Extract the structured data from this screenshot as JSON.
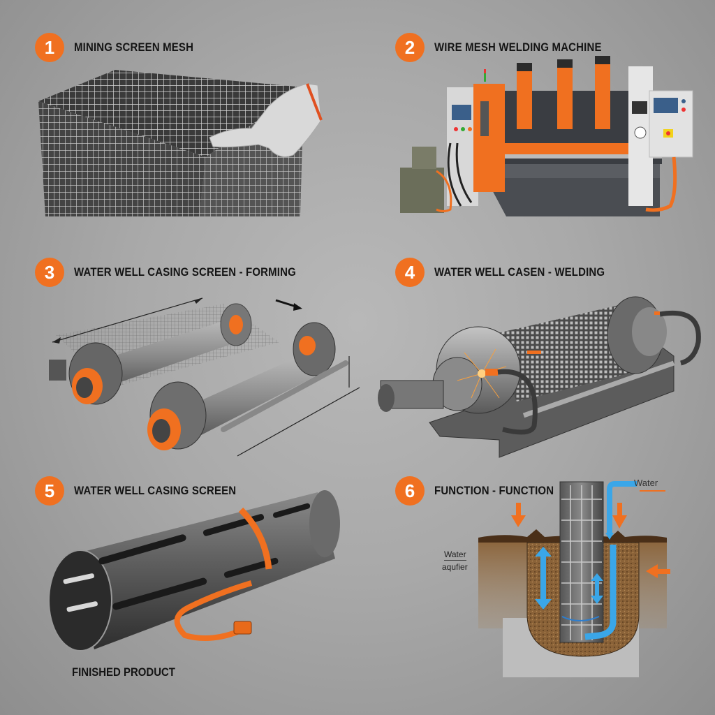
{
  "colors": {
    "accent_orange": "#f07020",
    "background_gray": "#a9a9a9",
    "steel": "#5a5a5a",
    "water_blue": "#3aa6e8",
    "soil_brown": "#8a6238",
    "text_dark": "#141414"
  },
  "steps": [
    {
      "number": "1",
      "title": "MINING SCREEN MESH",
      "illustration": "wire-mesh-cube-with-gloved-hand"
    },
    {
      "number": "2",
      "title": "WIRE MESH WELDING MACHINE",
      "illustration": "industrial-welding-machine"
    },
    {
      "number": "3",
      "title": "WATER WELL CASING SCREEN - FORMING",
      "illustration": "roller-forming-machine"
    },
    {
      "number": "4",
      "title": "WATER WELL CASEN - WELDING",
      "illustration": "cylindrical-screen-welding-rig"
    },
    {
      "number": "5",
      "title": "WATER WELL CASING SCREEN",
      "illustration": "slotted-steel-pipe-with-tape-measure",
      "caption": "FINISHED PRODUCT"
    },
    {
      "number": "6",
      "title": "FUNCTION - FUNCTION",
      "illustration": "well-screen-cross-section",
      "labels": {
        "water": "Water",
        "aquifer_top": "Water",
        "aquifer_bottom": "aqufier"
      }
    }
  ]
}
